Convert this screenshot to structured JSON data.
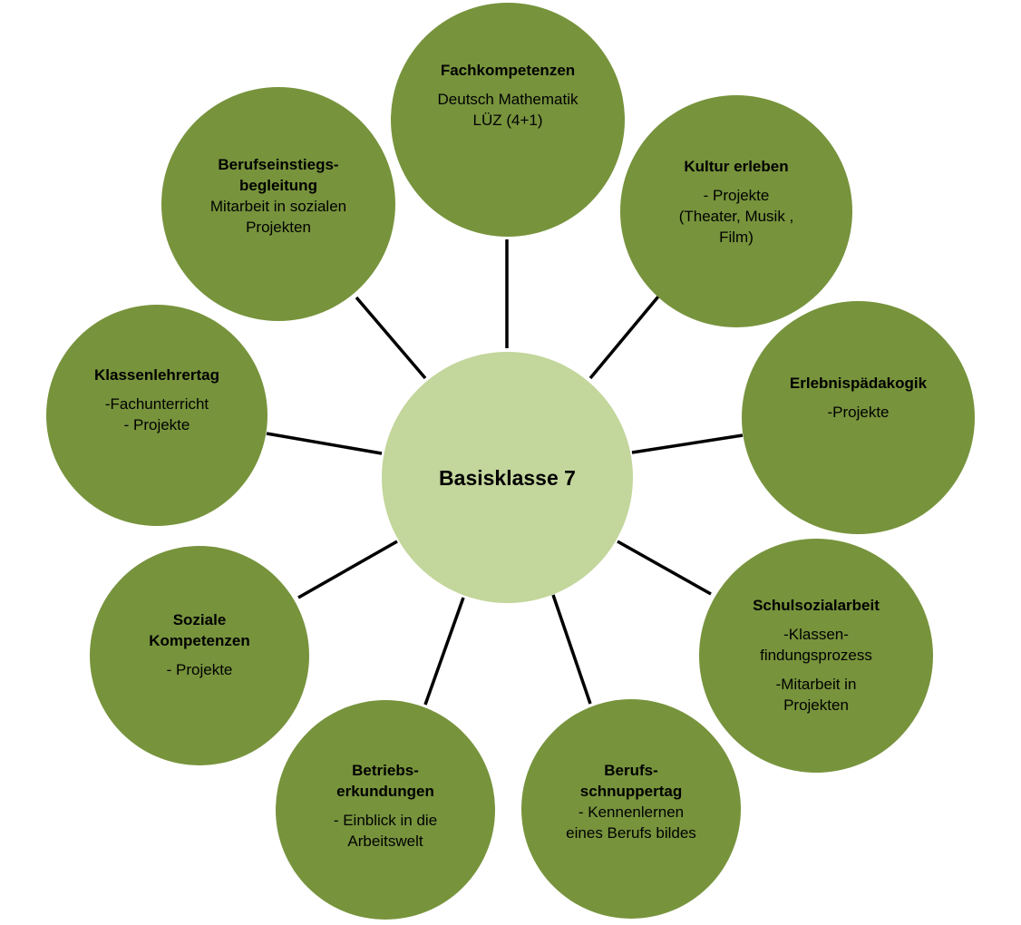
{
  "center": {
    "title": "Basisklasse 7"
  },
  "nodes": {
    "fachkompetenzen": {
      "title": [
        "Fachkompetenzen"
      ],
      "body": [
        "Deutsch Mathematik",
        "LÜZ (4+1)"
      ]
    },
    "kultur": {
      "title": [
        "Kultur erleben"
      ],
      "body": [
        "- Projekte",
        "(Theater, Musik ,",
        "Film)"
      ]
    },
    "erlebnis": {
      "title": [
        "Erlebnispädakogik"
      ],
      "body": [
        "-Projekte"
      ]
    },
    "schulsozial": {
      "title": [
        "Schulsozialarbeit"
      ],
      "body": [
        "-Klassen-",
        "findungsprozess",
        "-Mitarbeit in",
        "Projekten"
      ]
    },
    "schnupper": {
      "title": [
        "Berufs-",
        "schnuppertag"
      ],
      "body": [
        "- Kennenlernen",
        "eines Berufs bildes"
      ]
    },
    "betrieb": {
      "title": [
        "Betriebs-",
        "erkundungen"
      ],
      "body": [
        "- Einblick in die",
        "Arbeitswelt"
      ]
    },
    "sozial": {
      "title": [
        "Soziale",
        "Kompetenzen"
      ],
      "body": [
        "- Projekte"
      ]
    },
    "klassenlehrer": {
      "title": [
        "Klassenlehrertag"
      ],
      "body": [
        "-Fachunterricht",
        "- Projekte"
      ]
    },
    "berufseinstieg": {
      "title": [
        "Berufseinstiegs-",
        "begleitung"
      ],
      "body": [
        "Mitarbeit in sozialen",
        "Projekten"
      ]
    }
  },
  "colors": {
    "outer": "#77933c",
    "center": "#c3d69b",
    "connector": "#000000"
  }
}
